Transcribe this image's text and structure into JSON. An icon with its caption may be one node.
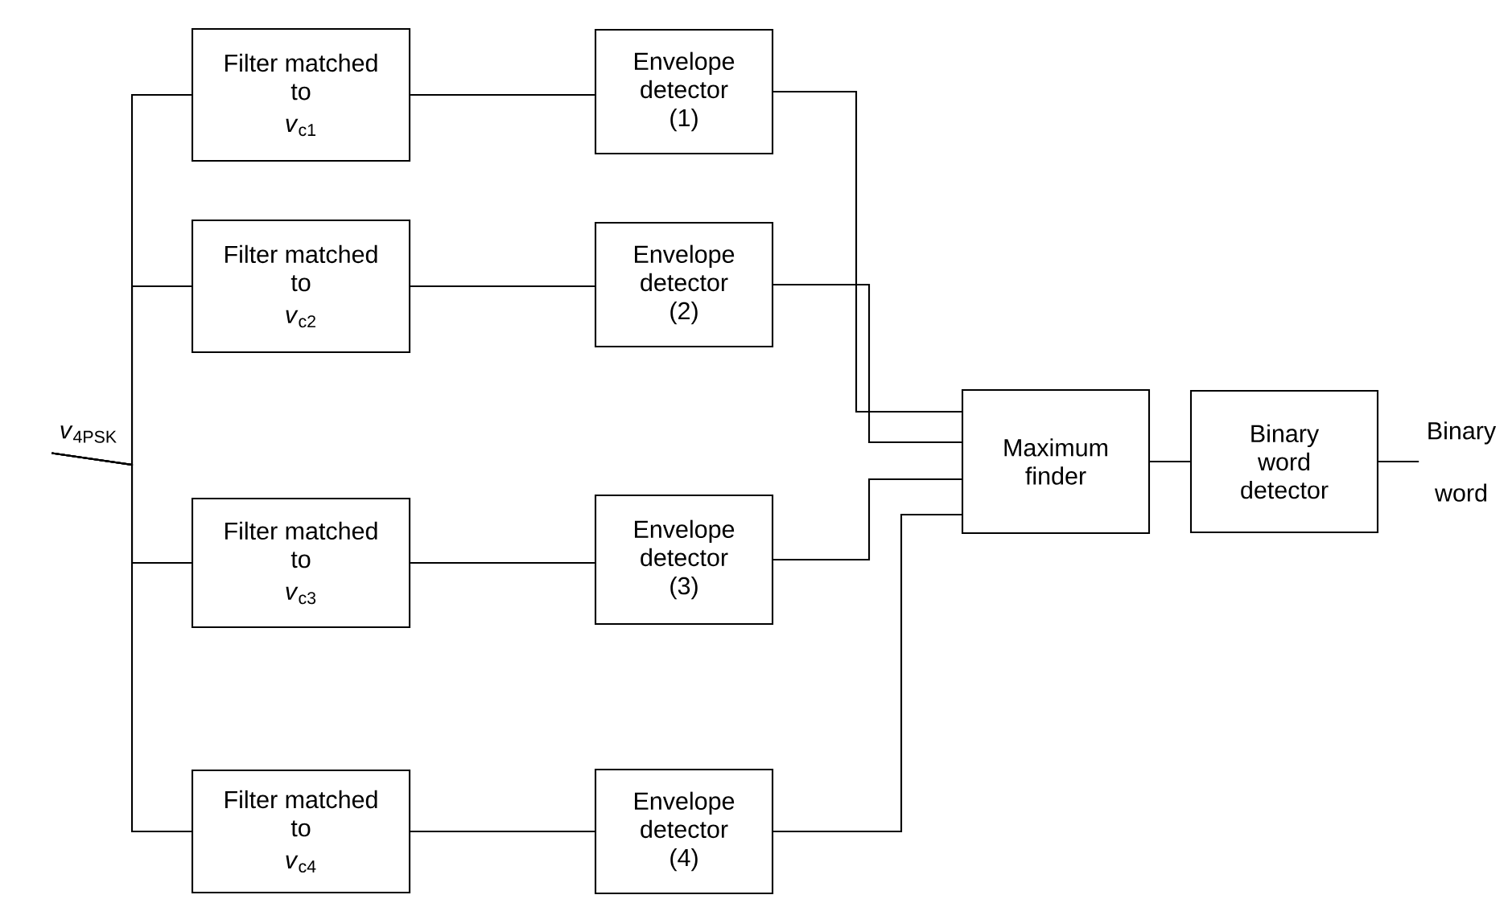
{
  "diagram": {
    "nodes": [
      {
        "text": [
          "*v*$_{4PSK}$"
        ]
      },
      {
        "text": [
          "Filter matched to",
          "*v*$_{c1}$"
        ]
      },
      {
        "text": [
          "Filter matched to",
          "*v*$_{c2}$"
        ]
      },
      {
        "text": [
          "Filter matched to",
          "*v*$_{c3}$"
        ]
      },
      {
        "text": [
          "Filter matched to",
          "*v*$_{c4}$"
        ]
      },
      {
        "text": [
          "Envelope detector (1)"
        ]
      },
      {
        "text": [
          "Envelope detector (2)"
        ]
      },
      {
        "text": [
          "Envelope detector (3)"
        ]
      },
      {
        "text": [
          "Envelope detector (4)"
        ]
      },
      {
        "text": [
          "Maximum finder"
        ]
      },
      {
        "text": [
          "Binary word detector"
        ]
      },
      {
        "text": [
          "Binary word"
        ]
      }
    ],
    "edges": [
      {
        "from": 0,
        "to": 1,
        "arrow": "none"
      },
      {
        "from": 0,
        "to": 2,
        "arrow": "none"
      },
      {
        "from": 0,
        "to": 3,
        "arrow": "none"
      },
      {
        "from": 0,
        "to": 4,
        "arrow": "none"
      },
      {
        "from": 1,
        "to": 5,
        "arrow": "none"
      },
      {
        "from": 2,
        "to": 6,
        "arrow": "none"
      },
      {
        "from": 3,
        "to": 7,
        "arrow": "none"
      },
      {
        "from": 4,
        "to": 8,
        "arrow": "none"
      },
      {
        "from": 5,
        "to": 9,
        "arrow": "none"
      },
      {
        "from": 6,
        "to": 9,
        "arrow": "none"
      },
      {
        "from": 7,
        "to": 9,
        "arrow": "none"
      },
      {
        "from": 8,
        "to": 9,
        "arrow": "none"
      },
      {
        "from": 9,
        "to": 10,
        "arrow": "none"
      },
      {
        "from": 10,
        "to": 11,
        "arrow": "none"
      }
    ]
  }
}
